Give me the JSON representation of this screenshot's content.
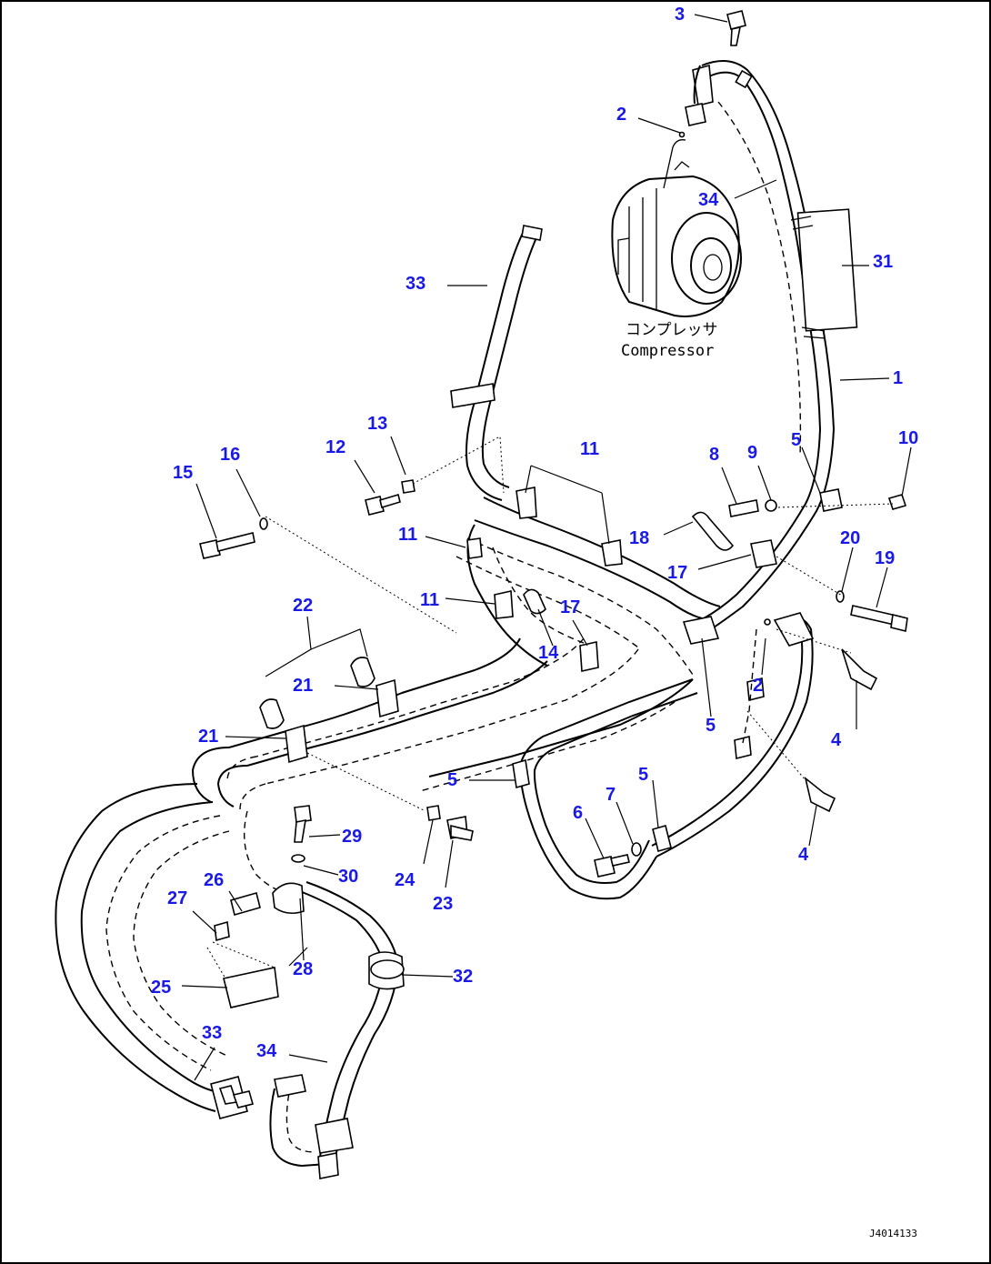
{
  "diagram": {
    "component_label_jp": "コンプレッサ",
    "component_label_en": "Compressor",
    "figure_id": "J4014133",
    "callouts": [
      {
        "id": "c3",
        "text": "3"
      },
      {
        "id": "c2a",
        "text": "2"
      },
      {
        "id": "c34a",
        "text": "34"
      },
      {
        "id": "c31",
        "text": "31"
      },
      {
        "id": "c33a",
        "text": "33"
      },
      {
        "id": "c1",
        "text": "1"
      },
      {
        "id": "c13",
        "text": "13"
      },
      {
        "id": "c12",
        "text": "12"
      },
      {
        "id": "c16",
        "text": "16"
      },
      {
        "id": "c15",
        "text": "15"
      },
      {
        "id": "c11a",
        "text": "11"
      },
      {
        "id": "c8",
        "text": "8"
      },
      {
        "id": "c9",
        "text": "9"
      },
      {
        "id": "c5a",
        "text": "5"
      },
      {
        "id": "c10",
        "text": "10"
      },
      {
        "id": "c11b",
        "text": "11"
      },
      {
        "id": "c18",
        "text": "18"
      },
      {
        "id": "c20",
        "text": "20"
      },
      {
        "id": "c19",
        "text": "19"
      },
      {
        "id": "c17a",
        "text": "17"
      },
      {
        "id": "c11c",
        "text": "11"
      },
      {
        "id": "c22",
        "text": "22"
      },
      {
        "id": "c17b",
        "text": "17"
      },
      {
        "id": "c14",
        "text": "14"
      },
      {
        "id": "c2b",
        "text": "2"
      },
      {
        "id": "c21a",
        "text": "21"
      },
      {
        "id": "c4a",
        "text": "4"
      },
      {
        "id": "c21b",
        "text": "21"
      },
      {
        "id": "c5b",
        "text": "5"
      },
      {
        "id": "c5c",
        "text": "5"
      },
      {
        "id": "c5d",
        "text": "5"
      },
      {
        "id": "c7",
        "text": "7"
      },
      {
        "id": "c6",
        "text": "6"
      },
      {
        "id": "c29",
        "text": "29"
      },
      {
        "id": "c30",
        "text": "30"
      },
      {
        "id": "c24",
        "text": "24"
      },
      {
        "id": "c23",
        "text": "23"
      },
      {
        "id": "c4b",
        "text": "4"
      },
      {
        "id": "c26",
        "text": "26"
      },
      {
        "id": "c27",
        "text": "27"
      },
      {
        "id": "c28",
        "text": "28"
      },
      {
        "id": "c32",
        "text": "32"
      },
      {
        "id": "c25",
        "text": "25"
      },
      {
        "id": "c33b",
        "text": "33"
      },
      {
        "id": "c34b",
        "text": "34"
      }
    ]
  }
}
